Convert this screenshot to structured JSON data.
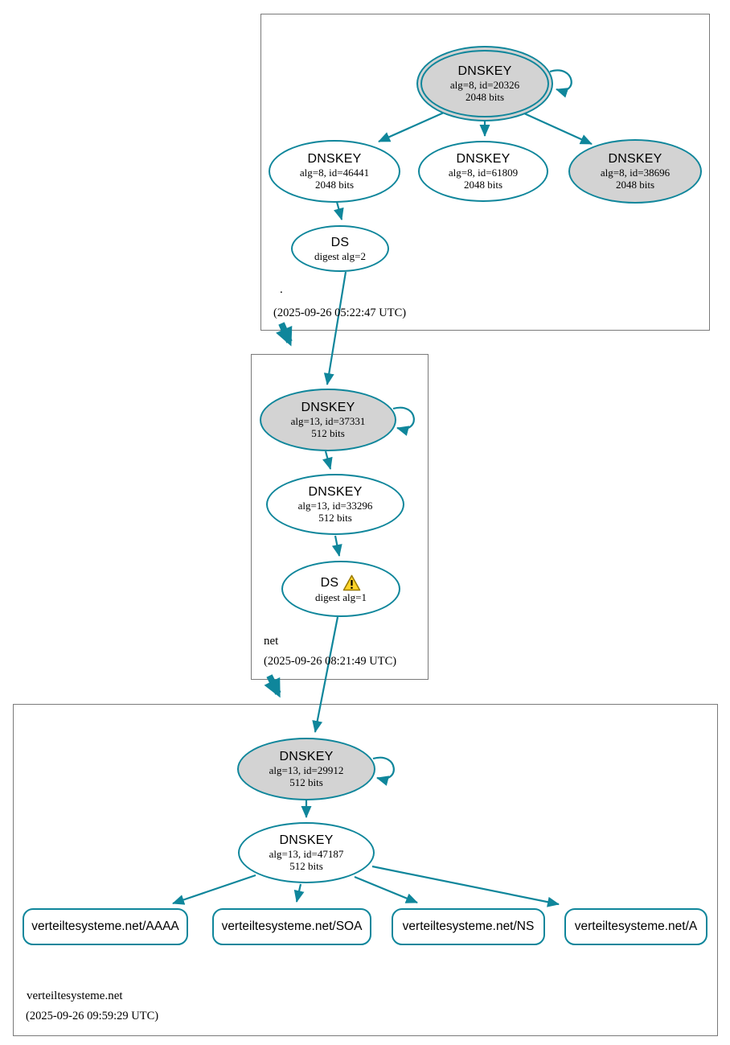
{
  "zones": [
    {
      "name": ".",
      "timestamp": "(2025-09-26 05:22:47 UTC)",
      "nodes": [
        {
          "id": "dnskey-20326",
          "title": "DNSKEY",
          "detail": "alg=8, id=20326",
          "size": "2048 bits"
        },
        {
          "id": "dnskey-46441",
          "title": "DNSKEY",
          "detail": "alg=8, id=46441",
          "size": "2048 bits"
        },
        {
          "id": "dnskey-61809",
          "title": "DNSKEY",
          "detail": "alg=8, id=61809",
          "size": "2048 bits"
        },
        {
          "id": "dnskey-38696",
          "title": "DNSKEY",
          "detail": "alg=8, id=38696",
          "size": "2048 bits"
        },
        {
          "id": "ds-net",
          "title": "DS",
          "detail": "digest alg=2"
        }
      ]
    },
    {
      "name": "net",
      "timestamp": "(2025-09-26 08:21:49 UTC)",
      "nodes": [
        {
          "id": "dnskey-37331",
          "title": "DNSKEY",
          "detail": "alg=13, id=37331",
          "size": "512 bits"
        },
        {
          "id": "dnskey-33296",
          "title": "DNSKEY",
          "detail": "alg=13, id=33296",
          "size": "512 bits"
        },
        {
          "id": "ds-verteiltesysteme-net",
          "title": "DS",
          "detail": "digest alg=1",
          "warning_icon": "warning-triangle"
        }
      ]
    },
    {
      "name": "verteiltesysteme.net",
      "timestamp": "(2025-09-26 09:59:29 UTC)",
      "nodes": [
        {
          "id": "dnskey-29912",
          "title": "DNSKEY",
          "detail": "alg=13, id=29912",
          "size": "512 bits"
        },
        {
          "id": "dnskey-47187",
          "title": "DNSKEY",
          "detail": "alg=13, id=47187",
          "size": "512 bits"
        }
      ],
      "rrsets": [
        {
          "label": "verteiltesysteme.net/AAAA"
        },
        {
          "label": "verteiltesysteme.net/SOA"
        },
        {
          "label": "verteiltesysteme.net/NS"
        },
        {
          "label": "verteiltesysteme.net/A"
        }
      ]
    }
  ],
  "colors": {
    "edge": "#0f869b",
    "ksk_fill": "#d3d3d3",
    "node_fill": "#ffffff",
    "zone_box_border": "#7a7a7a",
    "warning_fill": "#ffd42a",
    "warning_border": "#9c7c00",
    "text": "#000000"
  }
}
